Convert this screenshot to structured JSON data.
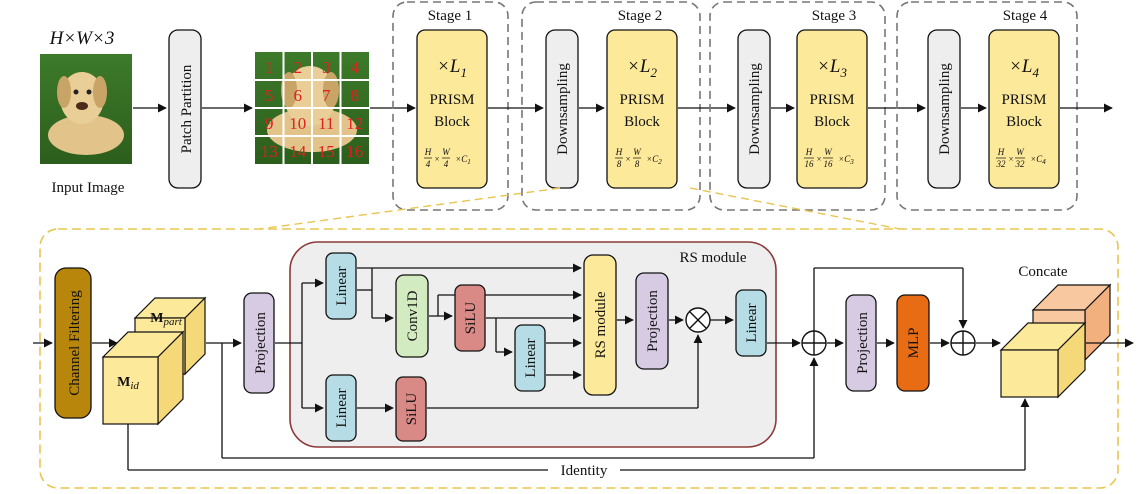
{
  "top": {
    "input_size": "H×W×3",
    "input_caption": "Input Image",
    "patch_partition": "Patch Partition",
    "grid_numbers": [
      "1",
      "2",
      "3",
      "4",
      "5",
      "6",
      "7",
      "8",
      "9",
      "10",
      "11",
      "12",
      "13",
      "14",
      "15",
      "16"
    ],
    "downsampling": "Downsampling",
    "stages": [
      {
        "title": "Stage 1",
        "repeat": "×L",
        "sub": "1",
        "block_line1": "PRISM",
        "block_line2": "Block",
        "res_num": "H",
        "res_den": "4",
        "res_num2": "W",
        "res_den2": "4",
        "res_c": "×C",
        "res_c_sub": "1"
      },
      {
        "title": "Stage 2",
        "repeat": "×L",
        "sub": "2",
        "block_line1": "PRISM",
        "block_line2": "Block",
        "res_num": "H",
        "res_den": "8",
        "res_num2": "W",
        "res_den2": "8",
        "res_c": "×C",
        "res_c_sub": "2"
      },
      {
        "title": "Stage 3",
        "repeat": "×L",
        "sub": "3",
        "block_line1": "PRISM",
        "block_line2": "Block",
        "res_num": "H",
        "res_den": "16",
        "res_num2": "W",
        "res_den2": "16",
        "res_c": "×C",
        "res_c_sub": "3"
      },
      {
        "title": "Stage 4",
        "repeat": "×L",
        "sub": "4",
        "block_line1": "PRISM",
        "block_line2": "Block",
        "res_num": "H",
        "res_den": "32",
        "res_num2": "W",
        "res_den2": "32",
        "res_c": "×C",
        "res_c_sub": "4"
      }
    ]
  },
  "bottom": {
    "channel_filtering": "Channel Filtering",
    "m_part": "M",
    "m_part_sub": "part",
    "m_id": "M",
    "m_id_sub": "id",
    "projection": "Projection",
    "linear": "Linear",
    "conv1d": "Conv1D",
    "silu": "SiLU",
    "rs_module_title": "RS module",
    "rs_module_box": "RS module",
    "mlp": "MLP",
    "concate": "Concate",
    "identity": "Identity",
    "multiply_symbol": "⊗",
    "add_symbol": "⊕"
  },
  "colors": {
    "yellow_block": "#fde99a",
    "gray_block": "#eeeeee",
    "channel_filter": "#b8860b",
    "linear": "#b6dde6",
    "conv1d": "#d3ebc0",
    "silu": "#d98a86",
    "projection": "#d7cbe4",
    "mlp": "#e86c13",
    "rs_bg": "#eeeeee",
    "rs_border": "#8b3a3a",
    "dash_gray": "#777777",
    "dash_yellow": "#e8c550",
    "concat_orange": "#f8c9a1"
  }
}
